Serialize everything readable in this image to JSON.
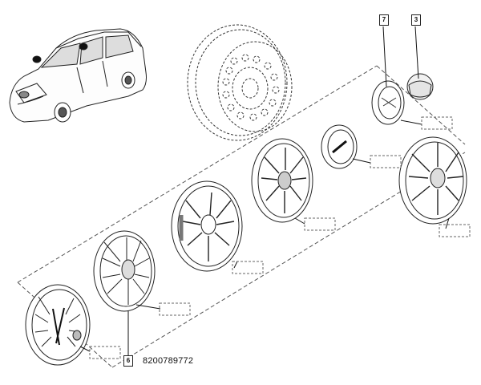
{
  "callouts": {
    "cap_label": "7",
    "nut_cover_label": "3",
    "hubcap_label": "6"
  },
  "part_number": "8200789772"
}
